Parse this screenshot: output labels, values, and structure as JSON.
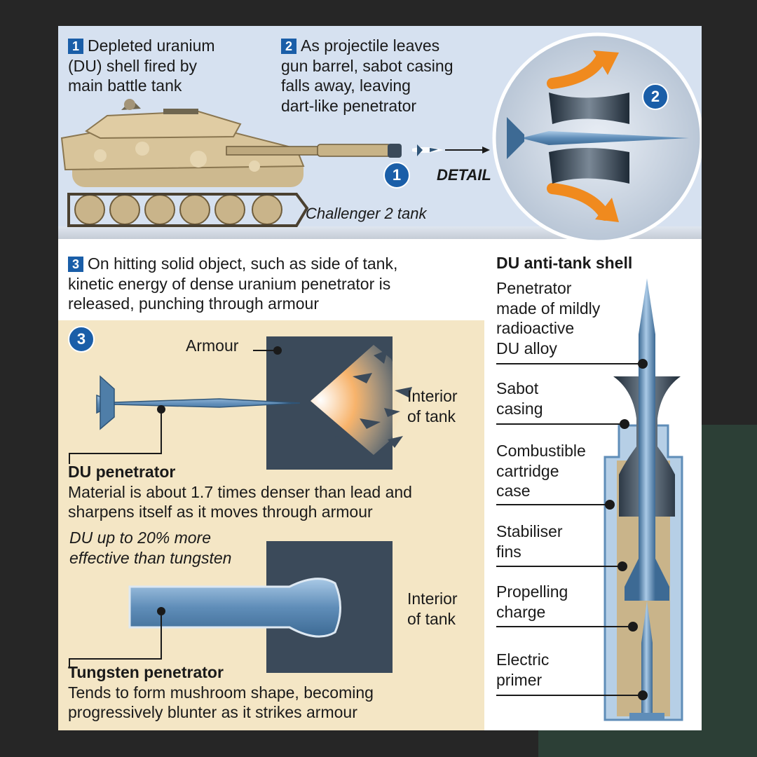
{
  "step1": {
    "number": "1",
    "text_lines": [
      "Depleted uranium",
      "(DU) shell fired by",
      "main battle tank"
    ]
  },
  "step2": {
    "number": "2",
    "text_lines": [
      "As projectile leaves",
      "gun barrel, sabot casing",
      "falls away, leaving",
      "dart-like penetrator"
    ]
  },
  "step3": {
    "number": "3",
    "text_lines": [
      "On hitting solid object, such as side of tank,",
      "kinetic energy of dense uranium penetrator is",
      "released, punching through armour"
    ]
  },
  "markers": {
    "one": "1",
    "two": "2",
    "three": "3"
  },
  "detail_label": "DETAIL",
  "tank_label": "Challenger 2 tank",
  "armour_label": "Armour",
  "interior_label_1": [
    "Interior",
    "of tank"
  ],
  "interior_label_2": [
    "Interior",
    "of tank"
  ],
  "du_penetrator": {
    "title": "DU penetrator",
    "text_lines": [
      "Material is about 1.7 times denser than lead and",
      "sharpens itself as it moves through armour"
    ],
    "note_lines": [
      "DU up to 20% more",
      "effective than tungsten"
    ]
  },
  "tungsten_penetrator": {
    "title": "Tungsten penetrator",
    "text_lines": [
      "Tends to form mushroom shape, becoming",
      "progressively blunter as it strikes armour"
    ]
  },
  "shell": {
    "title": "DU anti-tank shell",
    "parts": [
      {
        "lines": [
          "Penetrator",
          "made of mildly",
          "radioactive",
          "DU alloy"
        ]
      },
      {
        "lines": [
          "Sabot",
          "casing"
        ]
      },
      {
        "lines": [
          "Combustible",
          "cartridge",
          "case"
        ]
      },
      {
        "lines": [
          "Stabiliser",
          "fins"
        ]
      },
      {
        "lines": [
          "Propelling",
          "charge"
        ]
      },
      {
        "lines": [
          "Electric",
          "primer"
        ]
      }
    ]
  },
  "colors": {
    "badge_blue": "#1a5ea8",
    "armour_dark": "#3b4a5a",
    "beige_panel": "#f4e6c5",
    "top_band": "#d6e1f0",
    "orange_arrow": "#f08a1e",
    "steel_blue": "#6f9cc4"
  }
}
